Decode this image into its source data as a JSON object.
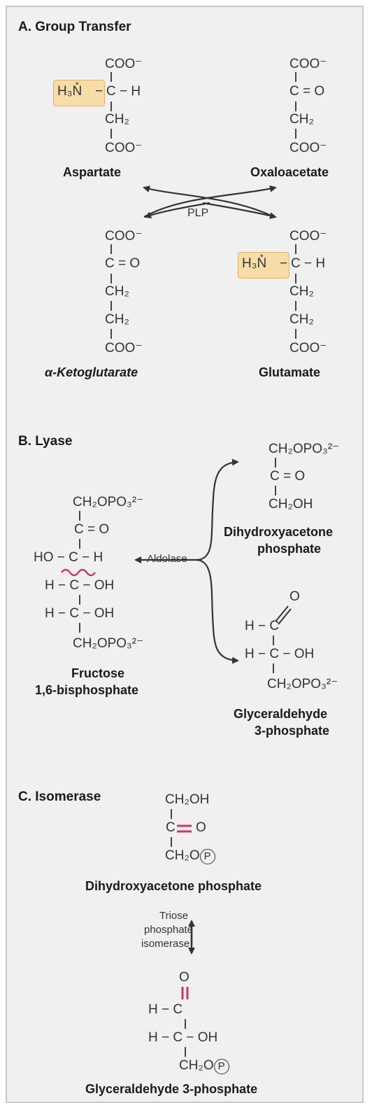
{
  "sections": {
    "a": {
      "title": "A. Group Transfer",
      "aspartate": {
        "name": "Aspartate",
        "coo_top": "COO⁻",
        "nh3": "H₃N̊",
        "ch": "C − H",
        "ch2": "CH₂",
        "coo_bottom": "COO⁻"
      },
      "oxaloacetate": {
        "name": "Oxaloacetate",
        "coo_top": "COO⁻",
        "co": "C = O",
        "ch2": "CH₂",
        "coo_bottom": "COO⁻"
      },
      "cofactor": "PLP",
      "ketoglutarate": {
        "name": "α-Ketoglutarate",
        "coo_top": "COO⁻",
        "co": "C = O",
        "ch2a": "CH₂",
        "ch2b": "CH₂",
        "coo_bottom": "COO⁻"
      },
      "glutamate": {
        "name": "Glutamate",
        "coo_top": "COO⁻",
        "nh3": "H₃N̊",
        "ch": "C − H",
        "ch2a": "CH₂",
        "ch2b": "CH₂",
        "coo_bottom": "COO⁻"
      }
    },
    "b": {
      "title": "B. Lyase",
      "enzyme": "Aldolase",
      "fructose": {
        "name_line1": "Fructose",
        "name_line2": "1,6-bisphosphate",
        "top": "CH₂OPO₃²⁻",
        "co": "C = O",
        "ho_ch": "HO − C − H",
        "h_coh1": "H − C − OH",
        "h_coh2": "H − C − OH",
        "bottom": "CH₂OPO₃²⁻"
      },
      "dhap": {
        "name_line1": "Dihydroxyacetone",
        "name_line2": "phosphate",
        "top": "CH₂OPO₃²⁻",
        "co": "C = O",
        "bottom": "CH₂OH"
      },
      "g3p": {
        "name_line1": "Glyceraldehyde",
        "name_line2": "3-phosphate",
        "o": "O",
        "hc": "H − C",
        "h_coh": "H − C − OH",
        "bottom": "CH₂OPO₃²⁻"
      }
    },
    "c": {
      "title": "C. Isomerase",
      "enzyme_line1": "Triose",
      "enzyme_line2": "phosphate",
      "enzyme_line3": "isomerase",
      "dhap": {
        "name": "Dihydroxyacetone phosphate",
        "top": "CH₂OH",
        "c": "C",
        "o": "O",
        "bottom_text": "CH₂O",
        "p": "P"
      },
      "g3p": {
        "name": "Glyceraldehyde 3-phosphate",
        "o": "O",
        "hc": "H − C",
        "h_coh": "H − C − OH",
        "bottom_text": "CH₂O",
        "p": "P"
      }
    }
  },
  "colors": {
    "highlight_fill": "#f8dca8",
    "double_bond": "#c8386a",
    "arrow": "#333333"
  }
}
